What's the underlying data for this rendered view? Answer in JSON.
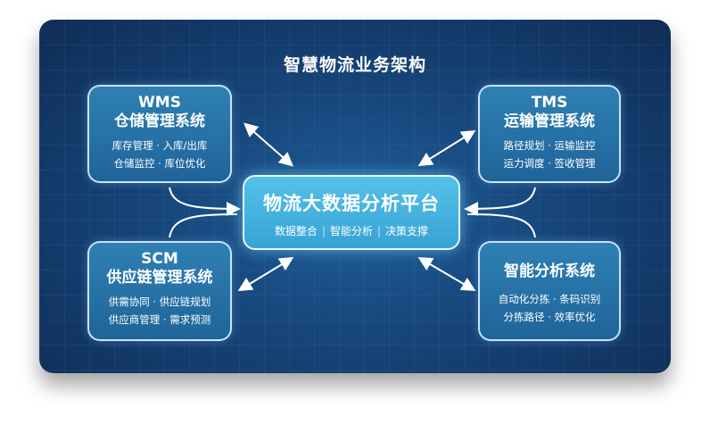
{
  "title": "智慧物流业务架构",
  "center": {
    "title": "物流大数据分析平台",
    "features": [
      "数据整合",
      "智能分析",
      "决策支撑"
    ],
    "separator": "|"
  },
  "modules": [
    {
      "code": "WMS",
      "name": "仓储管理系统",
      "lines": [
        "库存管理 · 入库/出库",
        "仓储监控 · 库位优化"
      ]
    },
    {
      "code": "TMS",
      "name": "运输管理系统",
      "lines": [
        "路径规划 · 运输监控",
        "运力调度 · 签收管理"
      ]
    },
    {
      "code": "SCM",
      "name": "供应链管理系统",
      "lines": [
        "供需协同 · 供应链规划",
        "供应商管理 · 需求预测"
      ]
    },
    {
      "code": "",
      "name": "智能分析系统",
      "lines": [
        "自动化分拣 · 条码识别",
        "分拣路径 · 效率优化"
      ]
    }
  ]
}
